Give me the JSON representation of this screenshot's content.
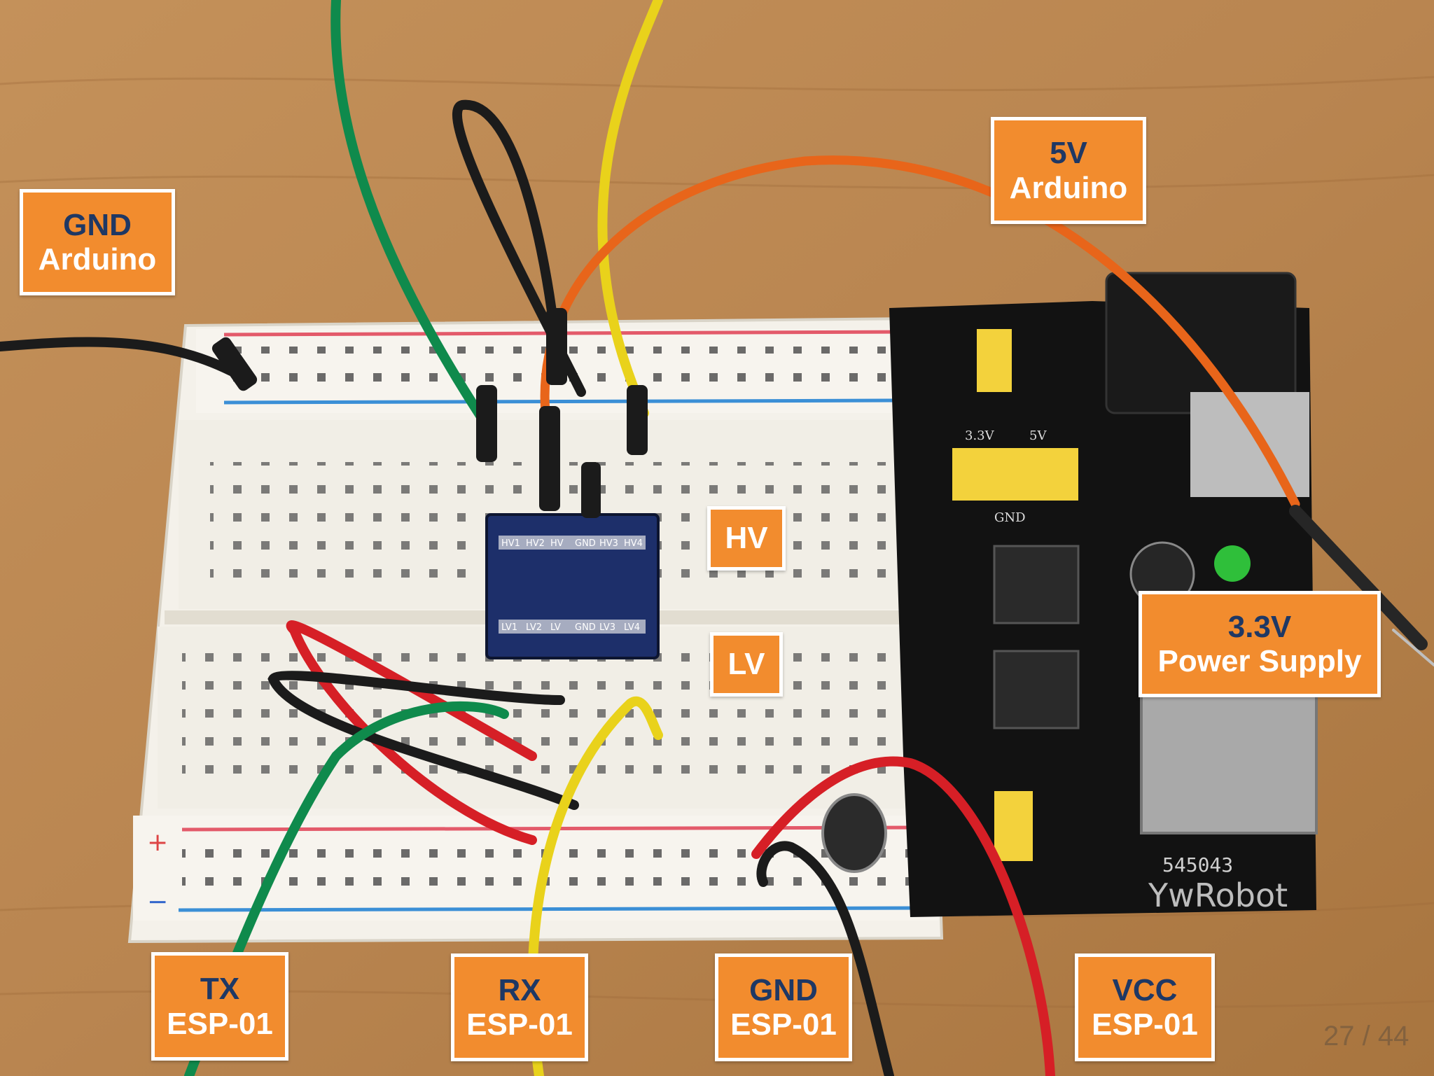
{
  "photo": {
    "subject": "breadboard-with-esp01-level-shifter-wiring",
    "board_silkscreen": "545043",
    "board_brand": "YwRobot",
    "module_pin_labels_top": [
      "HV1",
      "HV2",
      "HV",
      "GND",
      "HV3",
      "HV4"
    ],
    "module_pin_labels_bottom": [
      "LV1",
      "LV2",
      "LV",
      "GND",
      "LV3",
      "LV4"
    ],
    "power_module_labels": [
      "3.3V",
      "5V",
      "GND"
    ],
    "colors": {
      "label_fill": "#f28c2e",
      "label_border": "#ffffff",
      "label_title_text": "#1f3864",
      "wire_orange": "#e8651a",
      "wire_yellow": "#e9d21b",
      "wire_green": "#0f8a4c",
      "wire_red": "#d61f26",
      "wire_black": "#1b1b1b"
    }
  },
  "labels": {
    "gnd_arduino": {
      "line1": "GND",
      "line2": "Arduino"
    },
    "five_v_arduino": {
      "line1": "5V",
      "line2": "Arduino"
    },
    "hv": {
      "line1": "HV"
    },
    "lv": {
      "line1": "LV"
    },
    "power_supply": {
      "line1": "3.3V",
      "line2": "Power Supply"
    },
    "tx": {
      "line1": "TX",
      "line2": "ESP-01"
    },
    "rx": {
      "line1": "RX",
      "line2": "ESP-01"
    },
    "gnd_esp": {
      "line1": "GND",
      "line2": "ESP-01"
    },
    "vcc": {
      "line1": "VCC",
      "line2": "ESP-01"
    }
  },
  "page_counter": "27 / 44"
}
